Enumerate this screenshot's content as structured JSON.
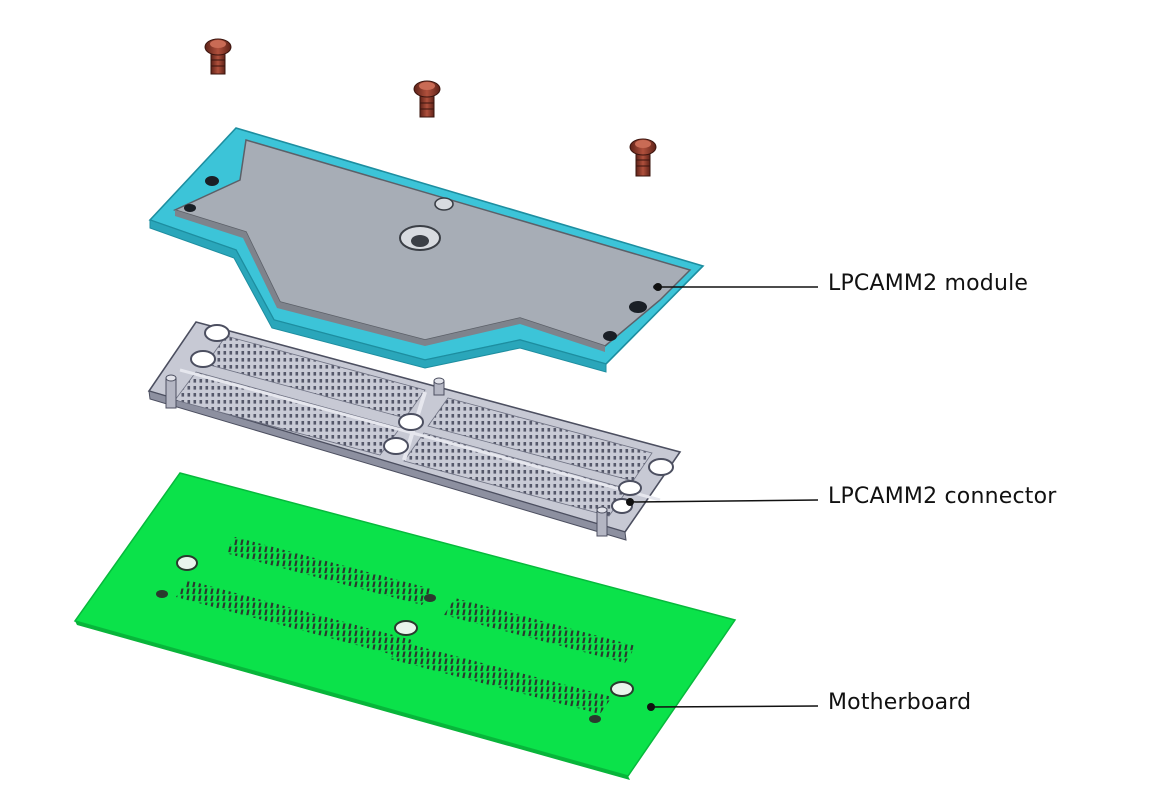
{
  "callouts": {
    "module": "LPCAMM2 module",
    "connector": "LPCAMM2 connector",
    "motherboard": "Motherboard"
  },
  "colors": {
    "module_frame": "#3cc4d8",
    "module_body": "#a7adb6",
    "connector": "#c7c9d4",
    "motherboard": "#0be24a",
    "screw": "#8a3a2c",
    "leader_line": "#111111"
  }
}
